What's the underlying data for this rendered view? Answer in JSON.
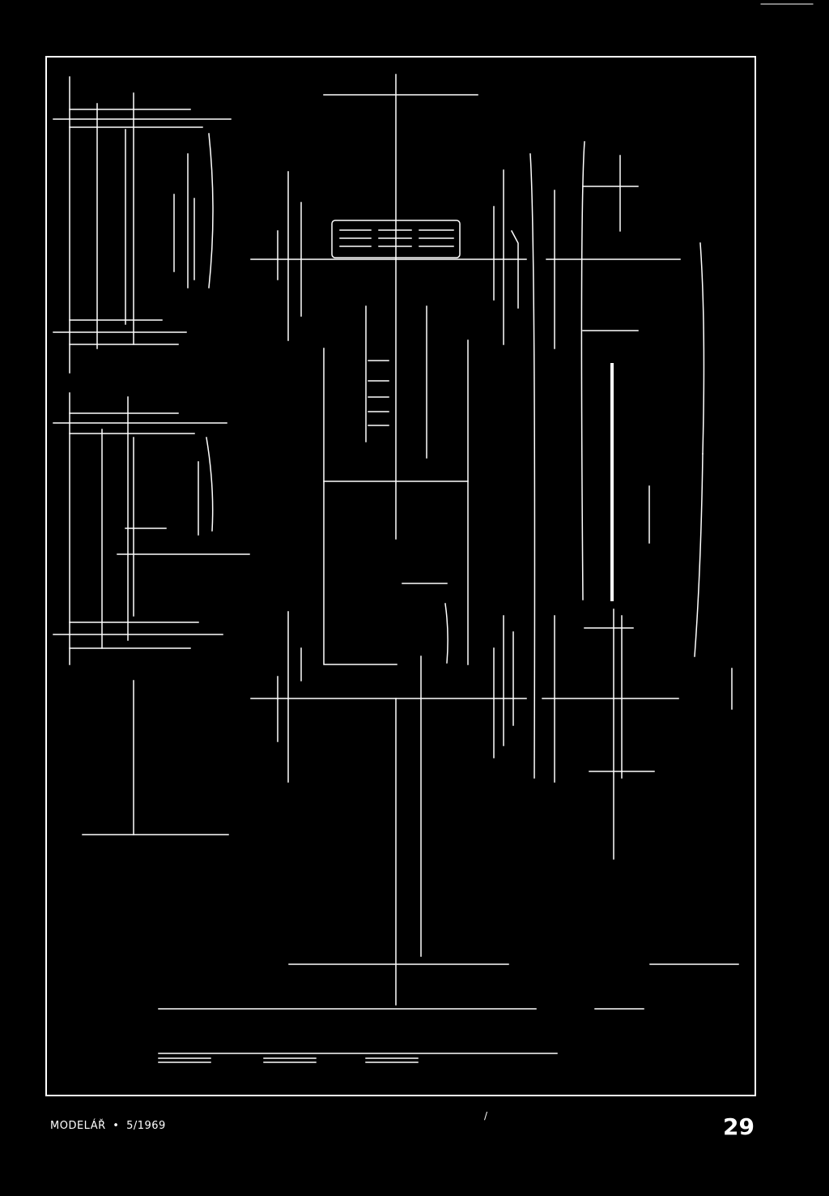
{
  "footer": {
    "publication": "MODELÁŘ",
    "separator": "•",
    "issue": "5/1969",
    "page_number": "29",
    "stray_mark": "/"
  },
  "colors": {
    "background": "#000000",
    "lines": "#ffffff"
  }
}
